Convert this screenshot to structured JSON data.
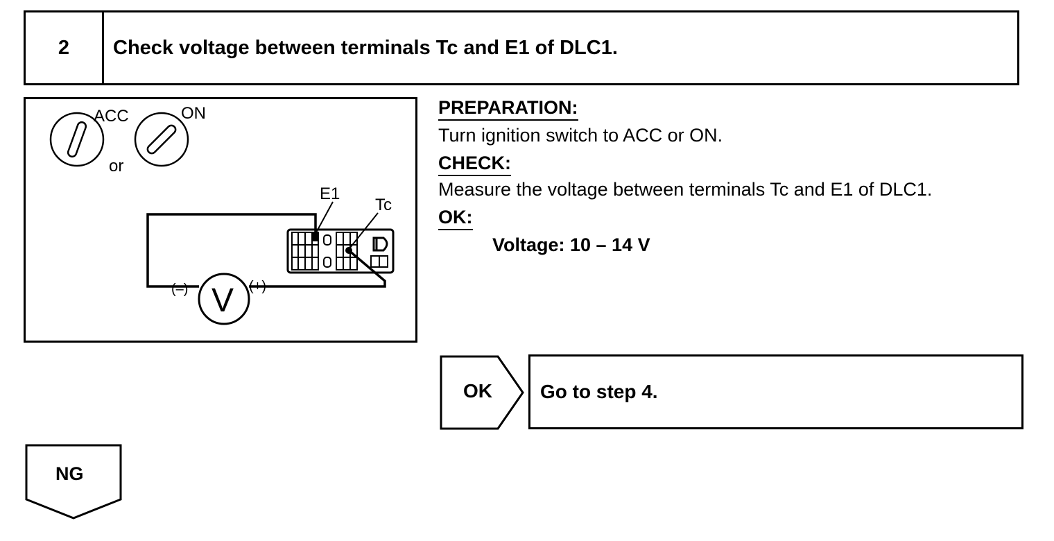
{
  "step": {
    "number": "2",
    "title": "Check voltage between terminals Tc and E1 of DLC1."
  },
  "diagram": {
    "acc_label": "ACC",
    "on_label": "ON",
    "or_label": "or",
    "e1_label": "E1",
    "tc_label": "Tc",
    "minus_label": "(–)",
    "plus_label": "(+)",
    "meter_label": "V"
  },
  "instructions": {
    "preparation_heading": "PREPARATION:",
    "preparation_text": "Turn ignition switch to ACC or ON.",
    "check_heading": "CHECK:",
    "check_text": "Measure the voltage between terminals Tc and E1 of DLC1.",
    "ok_heading": "OK:",
    "ok_value": "Voltage: 10 – 14 V"
  },
  "flow": {
    "ok_label": "OK",
    "ok_action": "Go to step 4.",
    "ng_label": "NG"
  }
}
